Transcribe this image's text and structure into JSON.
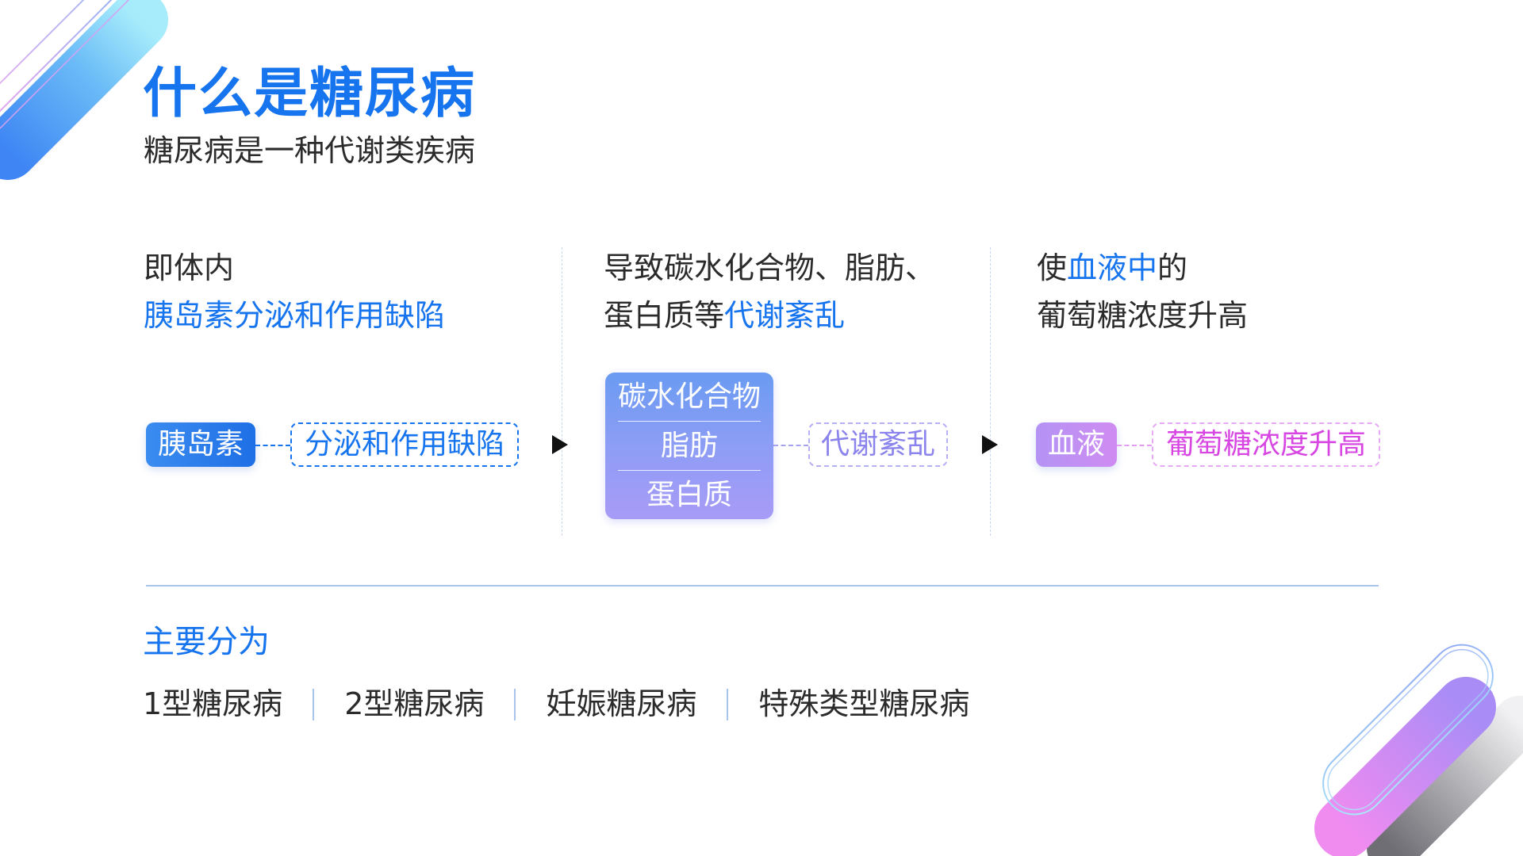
{
  "header": {
    "title": "什么是糖尿病",
    "subtitle": "糖尿病是一种代谢类疾病"
  },
  "columns": [
    {
      "line1": "即体内",
      "line2_highlight": "胰岛素分泌和作用缺陷"
    },
    {
      "line1": "导致碳水化合物、脂肪、",
      "line2_prefix": "蛋白质等",
      "line2_highlight": "代谢紊乱"
    },
    {
      "line1_prefix": "使",
      "line1_highlight": "血液中",
      "line1_suffix": "的",
      "line2": "葡萄糖浓度升高"
    }
  ],
  "diagram": {
    "insulin": "胰岛素",
    "secretion_defect": "分泌和作用缺陷",
    "nutrients": [
      "碳水化合物",
      "脂肪",
      "蛋白质"
    ],
    "metabolic_disorder": "代谢紊乱",
    "blood": "血液",
    "glucose_rise": "葡萄糖浓度升高"
  },
  "classification": {
    "label": "主要分为",
    "types": [
      "1型糖尿病",
      "2型糖尿病",
      "妊娠糖尿病",
      "特殊类型糖尿病"
    ]
  },
  "colors": {
    "primary_blue": "#1674ee",
    "metabolic_purple": "#8b84ec",
    "glucose_magenta": "#d746e2",
    "text_dark": "#2b2b2b"
  },
  "icons": {
    "flow_arrow": "triangle-right-icon",
    "decoration": "gradient-pill-decoration"
  }
}
